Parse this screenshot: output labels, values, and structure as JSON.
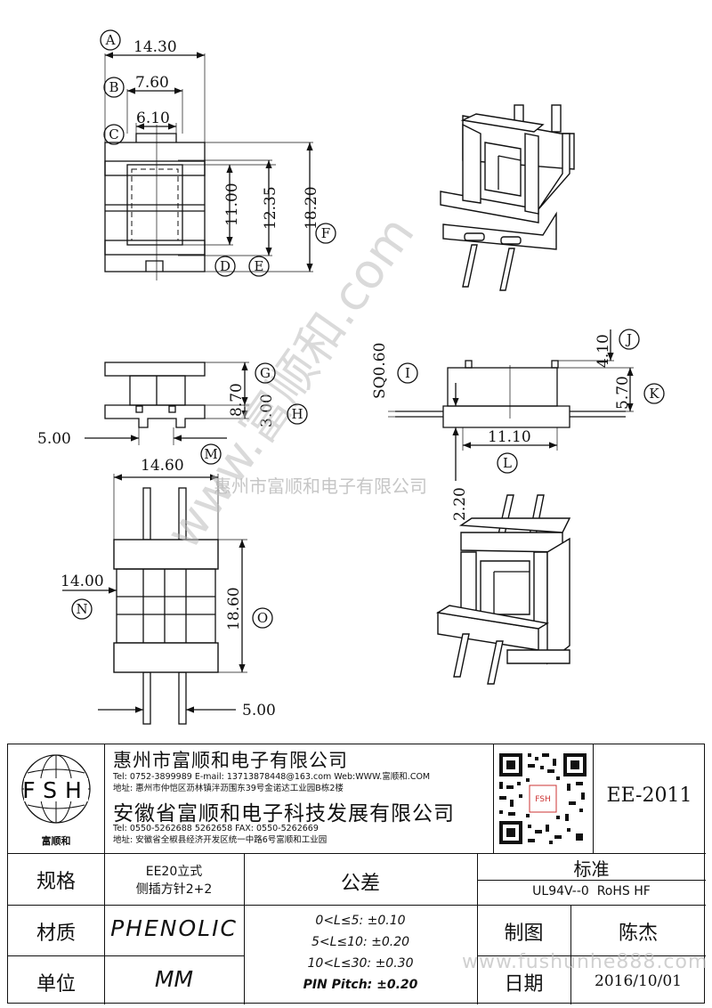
{
  "dimensions": {
    "a": "14.30",
    "b": "7.60",
    "c": "6.10",
    "d": "11.00",
    "e": "12.35",
    "f": "18.20",
    "g": "8.70",
    "h": "3.00",
    "m": "5.00",
    "i": "SQ0.60",
    "j": "4.10",
    "k": "5.70",
    "l": "11.10",
    "p": "2.20",
    "n_top": "14.60",
    "n": "14.00",
    "o": "18.60",
    "bottom": "5.00"
  },
  "markers": {
    "a": "A",
    "b": "B",
    "c": "C",
    "d": "D",
    "e": "E",
    "f": "F",
    "g": "G",
    "h": "H",
    "i": "I",
    "j": "J",
    "k": "K",
    "l": "L",
    "m": "M",
    "n": "N",
    "o": "O"
  },
  "watermark": {
    "diagonal": "www.富顺和.com",
    "company": "惠州市富顺和电子有限公司",
    "url": "www.fushunhe888.com"
  },
  "logo": {
    "letters": "FSH",
    "name": "富顺和"
  },
  "company1": {
    "name": "惠州市富顺和电子有限公司",
    "contact": "Tel: 0752-3899989  E-mail: 13713878448@163.com  Web:WWW.富顺和.COM",
    "address": "地址: 惠州市仲恺区沥林镇泮沥围东39号金诺达工业园B栋2楼"
  },
  "company2": {
    "name": "安徽省富顺和电子科技发展有限公司",
    "contact": "Tel: 0550-5262688  5262658    FAX: 0550-5262669",
    "address": "地址: 安徽省全椒县经济开发区统一中路6号富顺和工业园"
  },
  "qr": {
    "center": "FSH"
  },
  "part_number": "EE-2011",
  "table": {
    "spec_label": "规格",
    "spec_line1": "EE20立式",
    "spec_line2": "侧插方针2+2",
    "material_label": "材质",
    "material_value": "PHENOLIC",
    "unit_label": "单位",
    "unit_value": "MM",
    "tolerance_label": "公差",
    "tol1": "0<L≤5: ±0.10",
    "tol2": "5<L≤10: ±0.20",
    "tol3": "10<L≤30: ±0.30",
    "tol4": "PIN Pitch: ±0.20",
    "standard_label": "标准",
    "standard_value": "UL94V--0  RoHS HF",
    "drawn_label": "制图",
    "drawn_value": "陈杰",
    "date_label": "日期",
    "date_value": "2016/10/01"
  }
}
